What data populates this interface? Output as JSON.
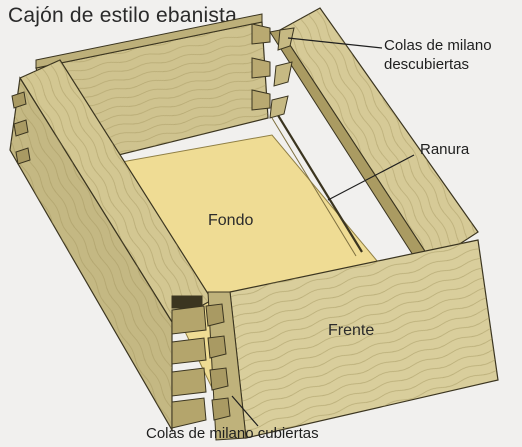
{
  "title": "Cajón de estilo ebanista",
  "labels": {
    "bottom_panel": "Fondo",
    "front_panel": "Frente"
  },
  "callouts": {
    "exposed_dovetails_line1": "Colas de milano",
    "exposed_dovetails_line2": "descubiertas",
    "groove": "Ranura",
    "hidden_dovetails": "Colas de milano cubiertas"
  },
  "colors": {
    "wood_light": "#d7cc9c",
    "wood_mid": "#c3b681",
    "wood_dark": "#a99a63",
    "bottom_panel": "#efdc94",
    "outline": "#3b3520"
  }
}
